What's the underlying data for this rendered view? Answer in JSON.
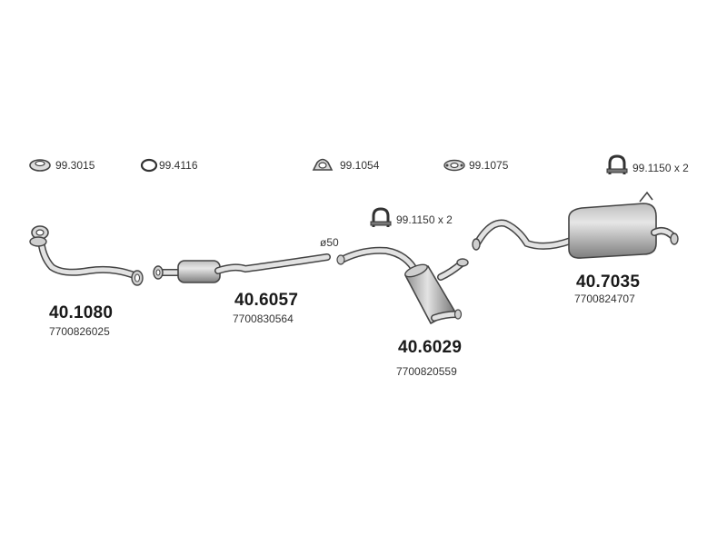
{
  "hardware": {
    "gasket_ring": "99.3015",
    "rubber_mount": "99.4116",
    "clamp_top": "99.1054",
    "flange_gasket": "99.1075",
    "u_bolt_right": "99.1150 x 2",
    "u_bolt_middle": "99.1150 x 2"
  },
  "pipe_diameter": "ø50",
  "parts": [
    {
      "code": "40.1080",
      "oem": "7700826025"
    },
    {
      "code": "40.6057",
      "oem": "7700830564"
    },
    {
      "code": "40.6029",
      "oem": "7700820559"
    },
    {
      "code": "40.7035",
      "oem": "7700824707"
    }
  ],
  "colors": {
    "line": "#444444",
    "fill_light": "#d8d8d8",
    "fill_dark": "#8a8a8a"
  }
}
